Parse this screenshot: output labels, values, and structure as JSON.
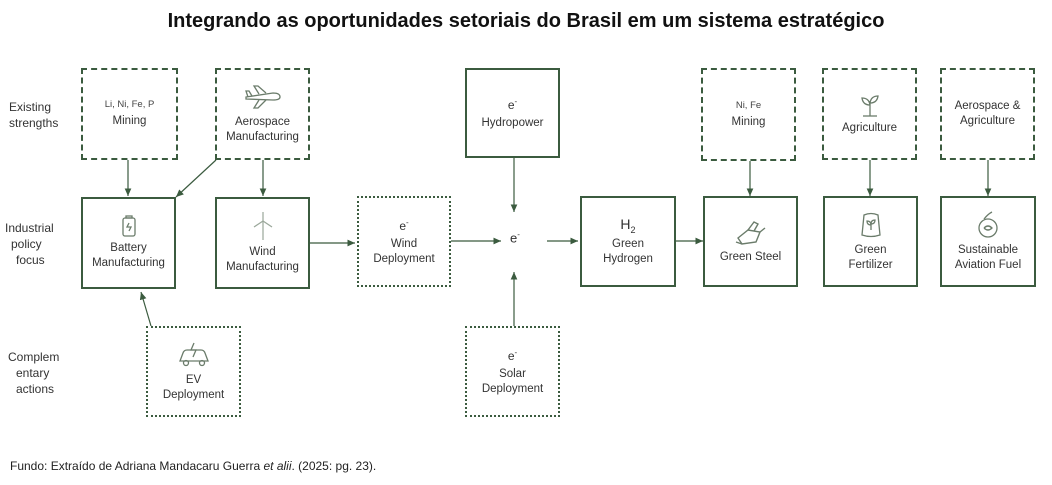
{
  "title": "Integrando as oportunidades setoriais do Brasil em um sistema estratégico",
  "row_labels": {
    "existing": [
      "Existing",
      "strengths"
    ],
    "industrial": [
      "Industrial",
      "policy",
      "focus"
    ],
    "complementary": [
      "Complem",
      "entary",
      "actions"
    ]
  },
  "boxes": {
    "mining1": {
      "sub": "Li, Ni, Fe, P",
      "label": "Mining"
    },
    "aerospace_mfg": {
      "label1": "Aerospace",
      "label2": "Manufacturing"
    },
    "hydropower": {
      "sym": "e",
      "label": "Hydropower"
    },
    "mining2": {
      "sub": "Ni, Fe",
      "label": "Mining"
    },
    "agriculture": {
      "label": "Agriculture"
    },
    "aero_agri": {
      "label1": "Aerospace &",
      "label2": "Agriculture"
    },
    "battery": {
      "label1": "Battery",
      "label2": "Manufacturing"
    },
    "wind_mfg": {
      "label1": "Wind",
      "label2": "Manufacturing"
    },
    "wind_dep": {
      "sym": "e",
      "label1": "Wind",
      "label2": "Deployment"
    },
    "center": {
      "sym": "e"
    },
    "green_h2": {
      "sym": "H",
      "label1": "Green",
      "label2": "Hydrogen"
    },
    "green_steel": {
      "label": "Green Steel"
    },
    "green_fert": {
      "label1": "Green",
      "label2": "Fertilizer"
    },
    "saf": {
      "label1": "Sustainable",
      "label2": "Aviation Fuel"
    },
    "ev": {
      "label1": "EV",
      "label2": "Deployment"
    },
    "solar": {
      "sym": "e",
      "label1": "Solar",
      "label2": "Deployment"
    }
  },
  "footer": {
    "prefix": "Fundo:  Extraído de Adriana Mandacaru Guerra ",
    "italic": "et alii",
    "suffix": ". (2025: pg. 23)."
  },
  "colors": {
    "border": "#3b5b3f",
    "arrow": "#3b5b3f",
    "icon": "#6b7c6b"
  }
}
